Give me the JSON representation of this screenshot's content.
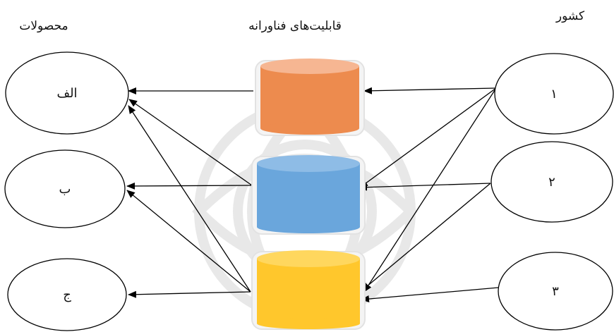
{
  "headers": {
    "products": "محصولات",
    "capabilities": "قابلیت‌های فناورانه",
    "countries": "کشور"
  },
  "products": [
    "الف",
    "ب",
    "ج"
  ],
  "countries": [
    "۱",
    "۲",
    "۳"
  ],
  "capability_colors": [
    "#ED8B4E",
    "#6AA6DC",
    "#FFC72C"
  ],
  "edges": {
    "country_to_capability": [
      [
        0,
        0
      ],
      [
        0,
        1
      ],
      [
        0,
        2
      ],
      [
        1,
        1
      ],
      [
        1,
        2
      ],
      [
        2,
        2
      ]
    ],
    "capability_to_product": [
      [
        0,
        0
      ],
      [
        1,
        0
      ],
      [
        1,
        1
      ],
      [
        2,
        0
      ],
      [
        2,
        1
      ],
      [
        2,
        2
      ]
    ]
  }
}
